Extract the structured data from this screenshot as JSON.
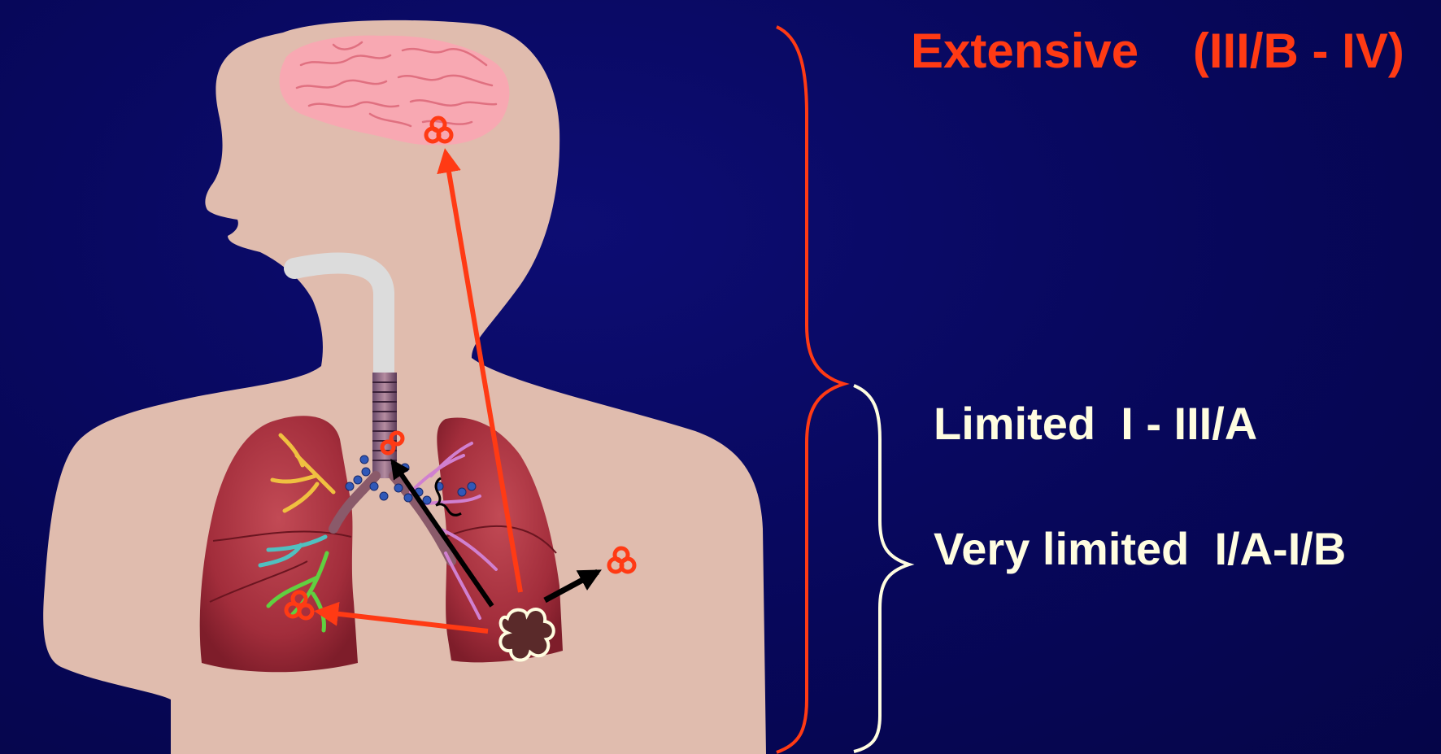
{
  "labels": {
    "extensive": "Extensive    (III/B - IV)",
    "limited": "Limited  I - III/A",
    "very_limited": "Very limited  I/A-I/B"
  },
  "colors": {
    "background": "#08085e",
    "body_silhouette": "#e0bcae",
    "brain": "#f8a8b2",
    "lungs": "#a5303e",
    "trachea": "#dcdcdc",
    "metastasis_red": "#ff3a14",
    "bracket_red": "#ff3a14",
    "bracket_cream": "#fffde0",
    "label_red": "#ff3a14",
    "label_cream": "#fffde0",
    "black_arrow": "#000000",
    "lymph_node_blue": "#3058b8"
  },
  "icons": {
    "tumor": "tumor-cluster-icon",
    "metastasis": "metastasis-cell-icon"
  }
}
